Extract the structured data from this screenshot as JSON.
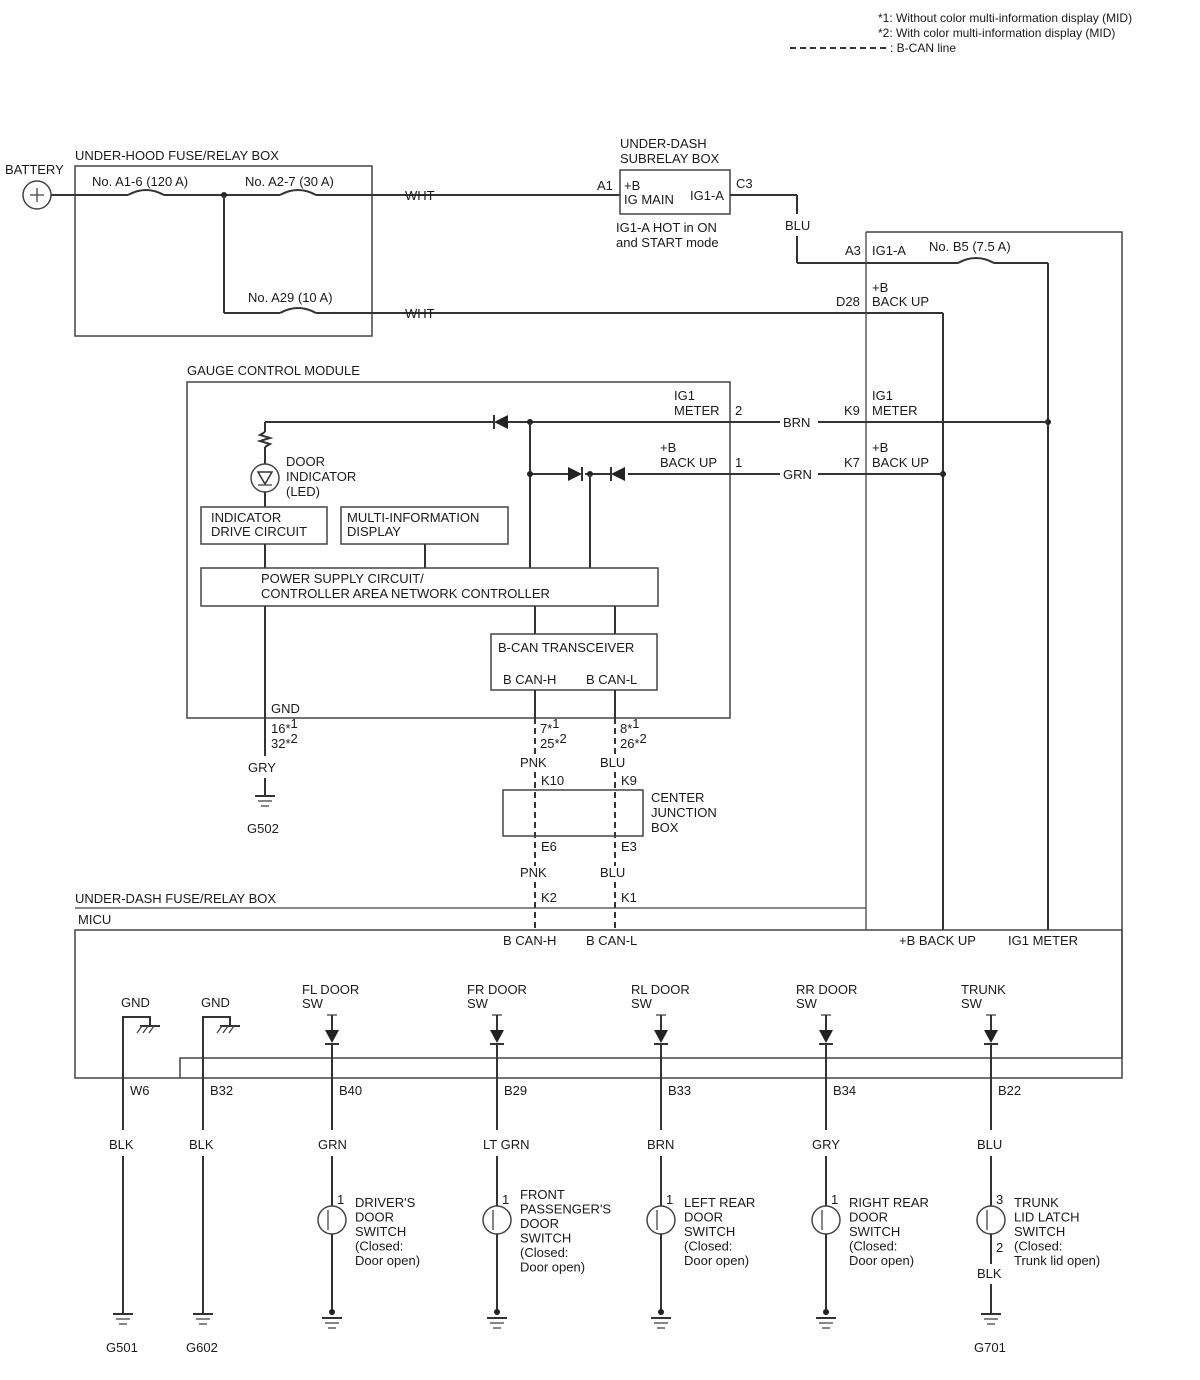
{
  "legend": {
    "note1": "*1: Without color multi-information display (MID)",
    "note2": "*2: With color multi-information display (MID)",
    "bcan": ": B-CAN line"
  },
  "battery": {
    "label": "BATTERY"
  },
  "underhood": {
    "title": "UNDER-HOOD FUSE/RELAY BOX",
    "fuse1": "No. A1-6 (120 A)",
    "fuse2": "No. A2-7 (30 A)",
    "fuse3": "No. A29 (10 A)"
  },
  "subrelay": {
    "title1": "UNDER-DASH",
    "title2": "SUBRELAY BOX",
    "pin_a1": "A1",
    "pin_c3": "C3",
    "plus_b": "+B",
    "ig_main": "IG MAIN",
    "ig1a": "IG1-A",
    "note1": "IG1-A HOT in ON",
    "note2": "and START mode"
  },
  "wires": {
    "wht1": "WHT",
    "wht2": "WHT",
    "blu_top": "BLU",
    "brn": "BRN",
    "grn": "GRN",
    "gry": "GRY",
    "pnk1": "PNK",
    "blu1": "BLU",
    "pnk2": "PNK",
    "blu2": "BLU"
  },
  "underdash_top": {
    "a3": "A3",
    "ig1a": "IG1-A",
    "fuse_b5": "No. B5 (7.5 A)",
    "d28": "D28",
    "plus_b": "+B",
    "backup": "BACK UP",
    "k9": "K9",
    "ig1": "IG1",
    "meter": "METER",
    "k7": "K7",
    "plus_b2": "+B",
    "backup2": "BACK UP"
  },
  "gauge": {
    "title": "GAUGE CONTROL MODULE",
    "ig1": "IG1",
    "meter": "METER",
    "pin2": "2",
    "plus_b": "+B",
    "backup": "BACK UP",
    "pin1": "1",
    "door_ind1": "DOOR",
    "door_ind2": "INDICATOR",
    "door_ind3": "(LED)",
    "idc1": "INDICATOR",
    "idc2": "DRIVE CIRCUIT",
    "mid1": "MULTI-INFORMATION",
    "mid2": "DISPLAY",
    "ps1": "POWER SUPPLY CIRCUIT/",
    "ps2": "CONTROLLER AREA NETWORK CONTROLLER",
    "bcan_tx": "B-CAN TRANSCEIVER",
    "canh": "B CAN-H",
    "canl": "B CAN-L",
    "gnd": "GND",
    "gnd_p1": "16*",
    "gnd_p1s": "1",
    "gnd_p2": "32*",
    "gnd_p2s": "2",
    "h_p1": "7*",
    "h_p1s": "1",
    "h_p2": "25*",
    "h_p2s": "2",
    "l_p1": "8*",
    "l_p1s": "1",
    "l_p2": "26*",
    "l_p2s": "2"
  },
  "ground_g502": "G502",
  "junction": {
    "k10": "K10",
    "k9": "K9",
    "e6": "E6",
    "e3": "E3",
    "name1": "CENTER",
    "name2": "JUNCTION",
    "name3": "BOX"
  },
  "micu": {
    "box_title": "UNDER-DASH FUSE/RELAY BOX",
    "title": "MICU",
    "k2": "K2",
    "k1": "K1",
    "canh": "B CAN-H",
    "canl": "B CAN-L",
    "backup": "+B BACK UP",
    "ig1meter": "IG1 METER",
    "gnd1": "GND",
    "gnd2": "GND"
  },
  "branches": [
    {
      "top1": "",
      "top2": "",
      "pin": "W6",
      "wire": "BLK",
      "ground": "G501"
    },
    {
      "top1": "",
      "top2": "",
      "pin": "B32",
      "wire": "BLK",
      "ground": "G602"
    },
    {
      "top1": "FL DOOR",
      "top2": "SW",
      "pin": "B40",
      "wire": "GRN",
      "swpin": "1",
      "sw": [
        "DRIVER'S",
        "DOOR",
        "SWITCH",
        "(Closed:",
        "Door open)"
      ]
    },
    {
      "top1": "FR DOOR",
      "top2": "SW",
      "pin": "B29",
      "wire": "LT GRN",
      "swpin": "1",
      "sw": [
        "FRONT",
        "PASSENGER'S",
        "DOOR",
        "SWITCH",
        "(Closed:",
        "Door open)"
      ]
    },
    {
      "top1": "RL DOOR",
      "top2": "SW",
      "pin": "B33",
      "wire": "BRN",
      "swpin": "1",
      "sw": [
        "LEFT REAR",
        "DOOR",
        "SWITCH",
        "(Closed:",
        "Door open)"
      ]
    },
    {
      "top1": "RR DOOR",
      "top2": "SW",
      "pin": "B34",
      "wire": "GRY",
      "swpin": "1",
      "sw": [
        "RIGHT REAR",
        "DOOR",
        "SWITCH",
        "(Closed:",
        "Door open)"
      ]
    },
    {
      "top1": "TRUNK",
      "top2": "SW",
      "pin": "B22",
      "wire": "BLU",
      "swpin": "3",
      "swpin2": "2",
      "wire2": "BLK",
      "ground": "G701",
      "sw": [
        "TRUNK",
        "LID LATCH",
        "SWITCH",
        "(Closed:",
        "Trunk lid open)"
      ]
    }
  ]
}
